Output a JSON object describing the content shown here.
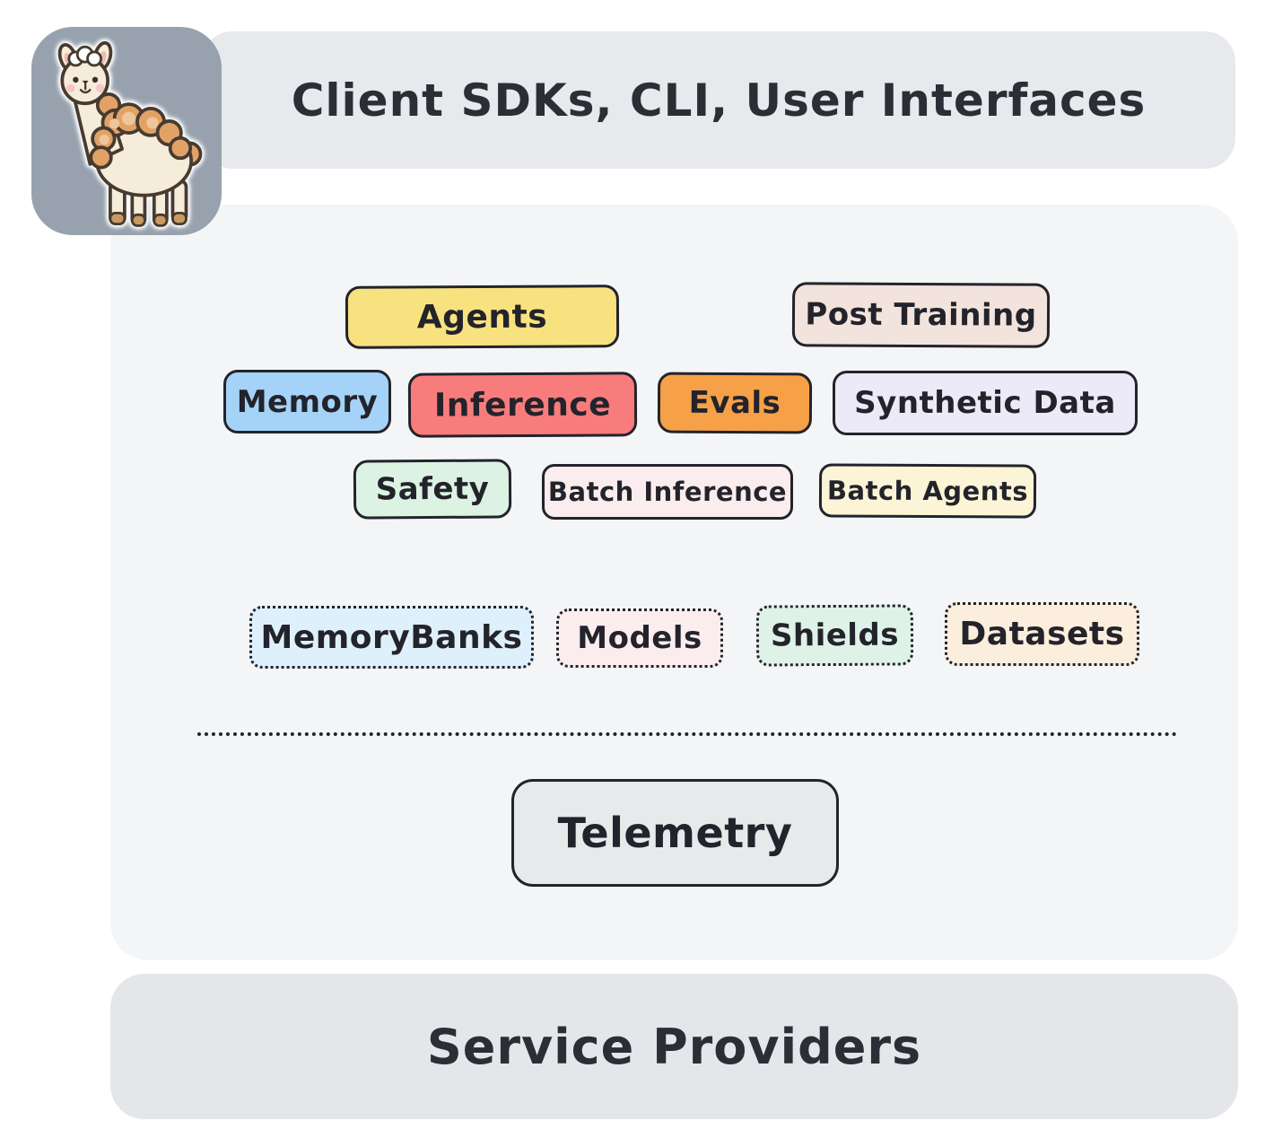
{
  "top_banner": {
    "label": "Client SDKs, CLI, User Interfaces"
  },
  "bottom_banner": {
    "label": "Service Providers"
  },
  "logo": {
    "icon": "llama-icon"
  },
  "boxes": {
    "agents": {
      "label": "Agents",
      "fill": "#F8E27F"
    },
    "post_training": {
      "label": "Post Training",
      "fill": "#F2E3DD"
    },
    "memory": {
      "label": "Memory",
      "fill": "#A5D3F8"
    },
    "inference": {
      "label": "Inference",
      "fill": "#F87C7C"
    },
    "evals": {
      "label": "Evals",
      "fill": "#F6A147"
    },
    "synthetic_data": {
      "label": "Synthetic Data",
      "fill": "#ECEAF8"
    },
    "safety": {
      "label": "Safety",
      "fill": "#DCF2E3"
    },
    "batch_inference": {
      "label": "Batch Inference",
      "fill": "#FBEDED"
    },
    "batch_agents": {
      "label": "Batch Agents",
      "fill": "#FBF4D6"
    },
    "memorybanks": {
      "label": "MemoryBanks",
      "fill": "#DEF0FB"
    },
    "models": {
      "label": "Models",
      "fill": "#FBEDED"
    },
    "shields": {
      "label": "Shields",
      "fill": "#DFF2E7"
    },
    "datasets": {
      "label": "Datasets",
      "fill": "#FBEEDC"
    },
    "telemetry": {
      "label": "Telemetry",
      "fill": "#E7E9EB"
    }
  },
  "colors": {
    "outline": "#23232B",
    "banner_bg": "#E7E9EC",
    "container_bg": "#F4F5F7",
    "canvas_bg": "#FFFFFF",
    "logo_tile_bg": "#97A2AE"
  }
}
